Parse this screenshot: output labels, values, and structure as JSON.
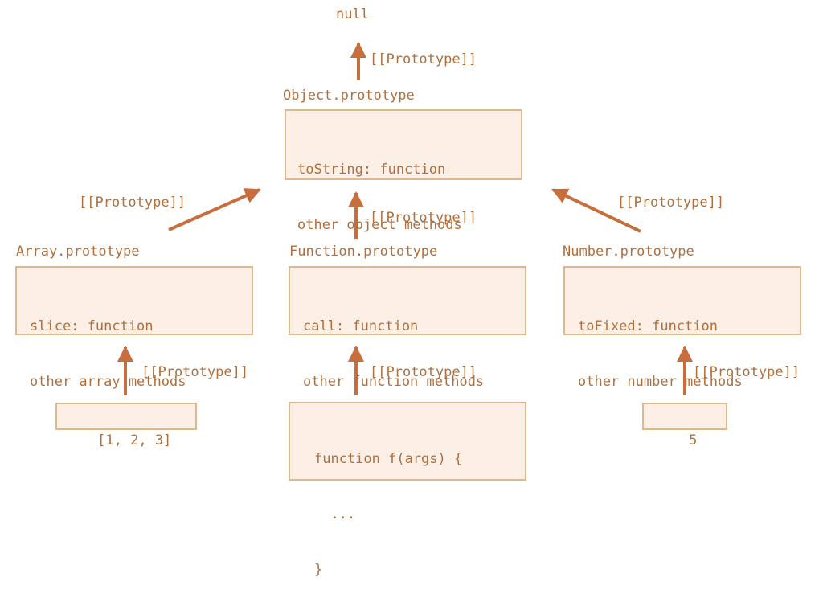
{
  "colors": {
    "text": "#b0703d",
    "arrow": "#c76e3c",
    "box_fill": "#fcefe6",
    "box_border": "#dfb88f",
    "background": "#ffffff"
  },
  "null_label": "null",
  "prototype_link_label": "[[Prototype]]",
  "object_proto": {
    "title": "Object.prototype",
    "lines": [
      "toString: function",
      "other object methods"
    ]
  },
  "array_proto": {
    "title": "Array.prototype",
    "lines": [
      "slice: function",
      "other array methods"
    ]
  },
  "function_proto": {
    "title": "Function.prototype",
    "lines": [
      "call: function",
      "other function methods"
    ]
  },
  "number_proto": {
    "title": "Number.prototype",
    "lines": [
      "toFixed: function",
      "other number methods"
    ]
  },
  "array_instance": {
    "text": "[1, 2, 3]"
  },
  "function_instance": {
    "lines": [
      "function f(args) {",
      "  ...",
      "}"
    ]
  },
  "number_instance": {
    "text": "5"
  }
}
